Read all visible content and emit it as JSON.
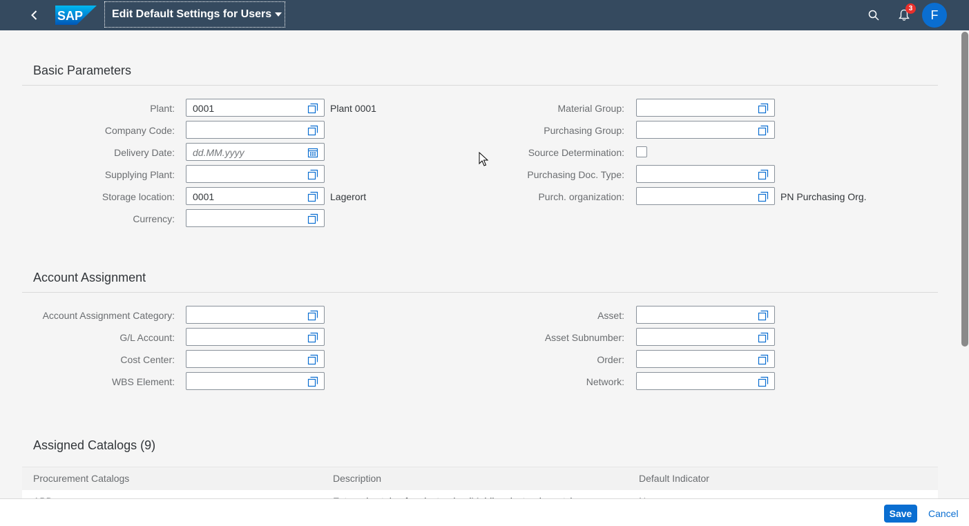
{
  "shell": {
    "title": "Edit Default Settings for Users",
    "notification_count": "3",
    "avatar_initial": "F"
  },
  "basic": {
    "title": "Basic Parameters",
    "left": [
      {
        "label": "Plant:",
        "value": "0001",
        "desc": "Plant 0001"
      },
      {
        "label": "Company Code:",
        "value": ""
      },
      {
        "label": "Delivery Date:",
        "placeholder": "dd.MM.yyyy"
      },
      {
        "label": "Supplying Plant:",
        "value": ""
      },
      {
        "label": "Storage location:",
        "value": "0001",
        "desc": "Lagerort"
      },
      {
        "label": "Currency:",
        "value": ""
      }
    ],
    "right": [
      {
        "label": "Material Group:",
        "value": ""
      },
      {
        "label": "Purchasing Group:",
        "value": ""
      },
      {
        "label": "Source Determination:",
        "checked": false
      },
      {
        "label": "Purchasing Doc. Type:",
        "value": ""
      },
      {
        "label": "Purch. organization:",
        "value": "",
        "desc": "PN Purchasing Org."
      }
    ]
  },
  "account": {
    "title": "Account Assignment",
    "left": [
      {
        "label": "Account Assignment Category:",
        "value": ""
      },
      {
        "label": "G/L Account:",
        "value": ""
      },
      {
        "label": "Cost Center:",
        "value": ""
      },
      {
        "label": "WBS Element:",
        "value": ""
      }
    ],
    "right": [
      {
        "label": "Asset:",
        "value": ""
      },
      {
        "label": "Asset Subnumber:",
        "value": ""
      },
      {
        "label": "Order:",
        "value": ""
      },
      {
        "label": "Network:",
        "value": ""
      }
    ]
  },
  "catalogs": {
    "title": "Assigned Catalogs (9)",
    "columns": [
      "Procurement Catalogs",
      "Description",
      "Default Indicator"
    ],
    "rows": [
      [
        "ABD",
        "External catalog for electronics (Mobile, electronic parts)",
        "No"
      ]
    ]
  },
  "footer": {
    "save_label": "Save",
    "cancel_label": "Cancel"
  },
  "colors": {
    "shell_bg": "#354a5f",
    "accent": "#0a6ed1",
    "badge": "#e9302c"
  }
}
